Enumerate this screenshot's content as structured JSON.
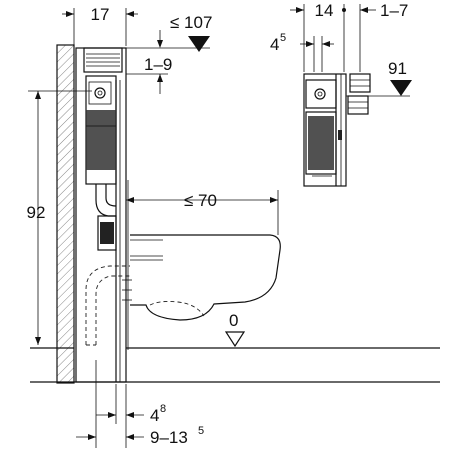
{
  "dimensions": {
    "frame_depth": "17",
    "top_height_max": "≤ 107",
    "top_offset": "1–9",
    "total_height": "92",
    "bowl_projection": "≤ 70",
    "floor_level": "0",
    "bottom_offset_base": "4",
    "bottom_offset_sup": "8",
    "bottom_range_base": "9–13",
    "bottom_range_sup": "5",
    "side_depth": "14",
    "side_offset_base": "4",
    "side_offset_sup": "5",
    "side_range": "1–7",
    "side_height": "91"
  },
  "colors": {
    "line": "#111111",
    "background": "#ffffff"
  }
}
